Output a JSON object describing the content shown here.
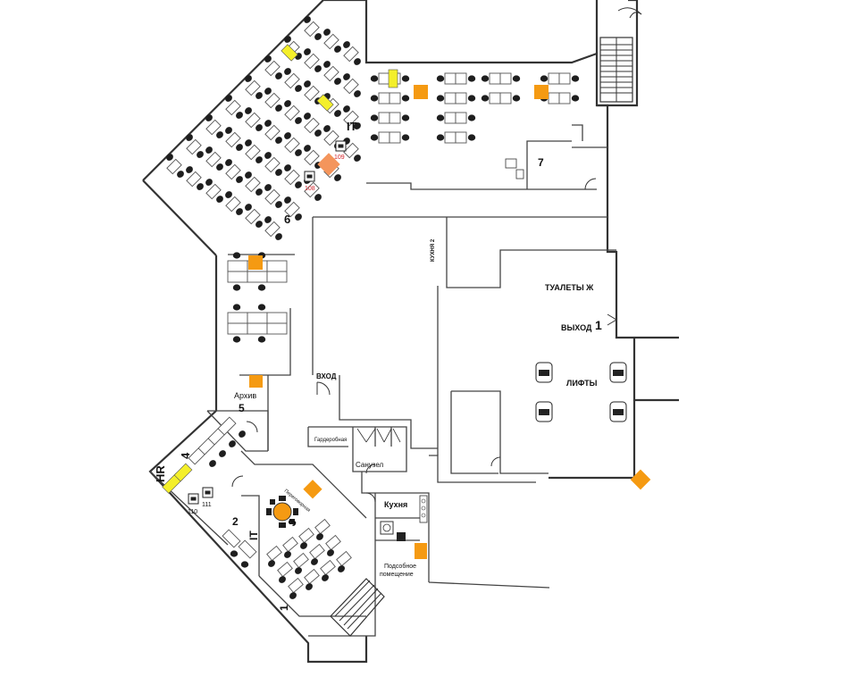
{
  "labels": {
    "it_top": "IT",
    "zone_6": "6",
    "zone_7": "7",
    "kitchen_2": "КУХНЯ 2",
    "toilets": "ТУАЛЕТЫ Ж",
    "exit": "ВЫХОД",
    "exit_num": "1",
    "elevators": "ЛИФТЫ",
    "entrance": "ВХОД",
    "archive": "Архив",
    "zone_5": "5",
    "zone_4": "4",
    "hr": "HR",
    "zone_2": "2",
    "it_bottom": "IT",
    "zone_3": "3",
    "zone_1": "1",
    "meeting_room": "Переговорная",
    "cloakroom": "Гардеробная",
    "wc": "Санузел",
    "kitchen": "Кухня",
    "utility_room_l1": "Подсобное",
    "utility_room_l2": "помещение",
    "printer_108": "108",
    "printer_109": "109",
    "printer_110": "110",
    "printer_111": "111"
  },
  "colors": {
    "yellow_marker": "#f4ef2a",
    "orange_marker": "#f59a12",
    "salmon_marker": "#f4955c",
    "wall": "#333333",
    "chair": "#1e1e1e",
    "desk_number": "#d2232a"
  },
  "icons": {
    "printer": "printer-icon",
    "elevator": "elevator-icon",
    "door": "door-swing-icon",
    "meeting_table": "round-table-icon"
  }
}
